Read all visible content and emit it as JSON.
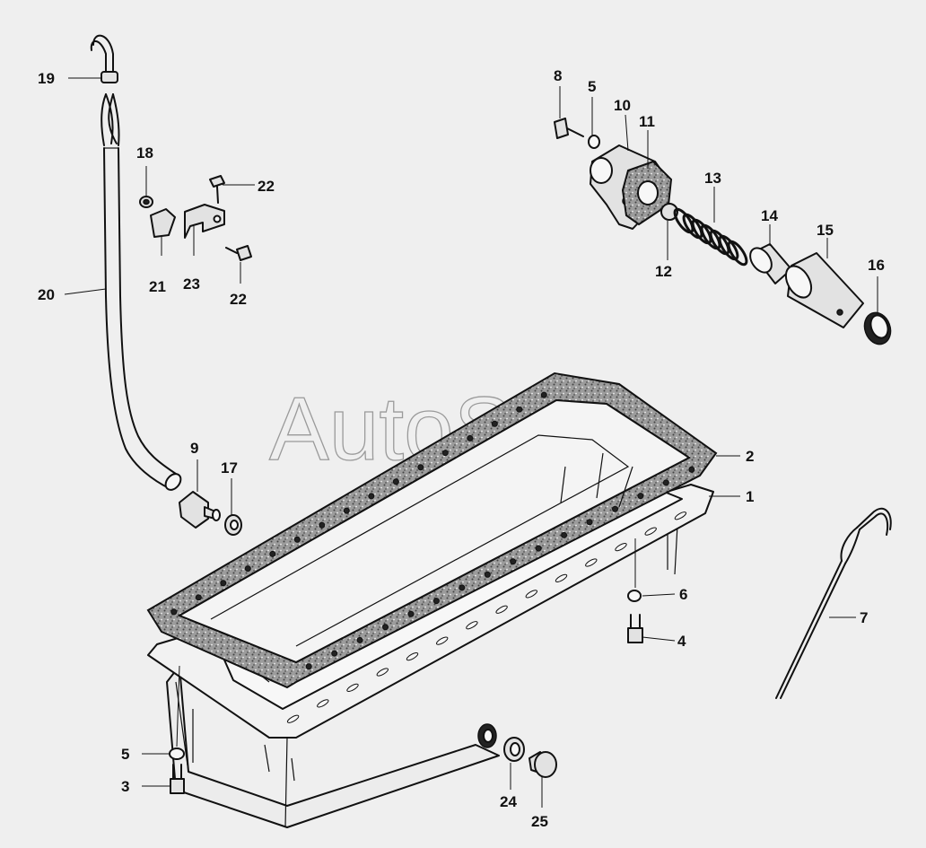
{
  "watermark": "AutoSoft",
  "callouts": {
    "c1": "1",
    "c2": "2",
    "c3": "3",
    "c4": "4",
    "c5a": "5",
    "c5b": "5",
    "c6": "6",
    "c7": "7",
    "c8": "8",
    "c9": "9",
    "c10": "10",
    "c11": "11",
    "c12": "12",
    "c13": "13",
    "c14": "14",
    "c15": "15",
    "c16": "16",
    "c17": "17",
    "c18": "18",
    "c19": "19",
    "c20": "20",
    "c21": "21",
    "c22a": "22",
    "c22b": "22",
    "c23": "23",
    "c24": "24",
    "c25": "25"
  }
}
